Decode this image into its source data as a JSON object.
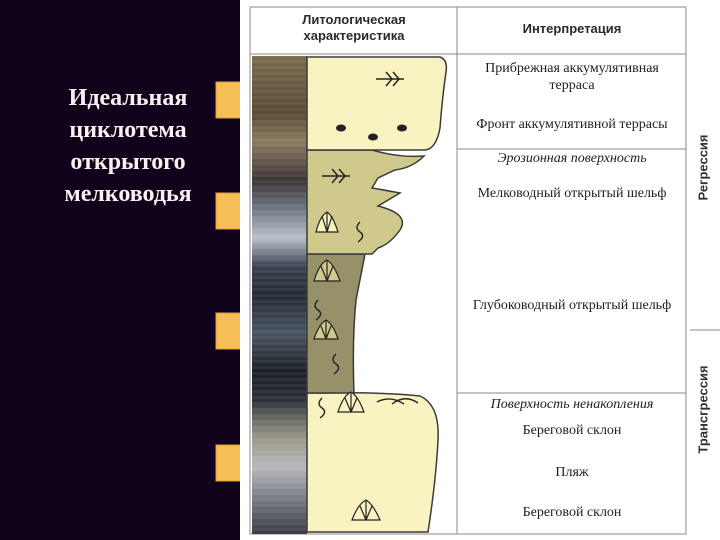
{
  "title_lines": [
    "Идеальная",
    "циклотема",
    "открытого",
    "мелководья"
  ],
  "table": {
    "header_left_lines": [
      "Литологическая",
      "характеристика"
    ],
    "header_right": "Интерпретация",
    "interpretations": [
      {
        "lines": [
          "Прибрежная аккумулятивная",
          "терраса"
        ],
        "italic": false
      },
      {
        "lines": [
          "Фронт аккумулятивной террасы"
        ],
        "italic": false
      },
      {
        "lines": [
          "Эрозионная поверхность"
        ],
        "italic": true
      },
      {
        "lines": [
          "Мелководный открытый шельф"
        ],
        "italic": false
      },
      {
        "lines": [
          "Глубоководный открытый шельф"
        ],
        "italic": false
      },
      {
        "lines": [
          "Поверхность ненакопления"
        ],
        "italic": true
      },
      {
        "lines": [
          "Береговой склон"
        ],
        "italic": false
      },
      {
        "lines": [
          "Пляж"
        ],
        "italic": false
      },
      {
        "lines": [
          "Береговой склон"
        ],
        "italic": false
      }
    ],
    "phase_labels": [
      "Регрессия",
      "Трансгрессия"
    ]
  },
  "colors": {
    "background": "#12031c",
    "arrow": "#f6be57",
    "bed_light": "#f9f3c2",
    "bed_medium": "#cfc98b",
    "bed_dark": "#97916a"
  }
}
